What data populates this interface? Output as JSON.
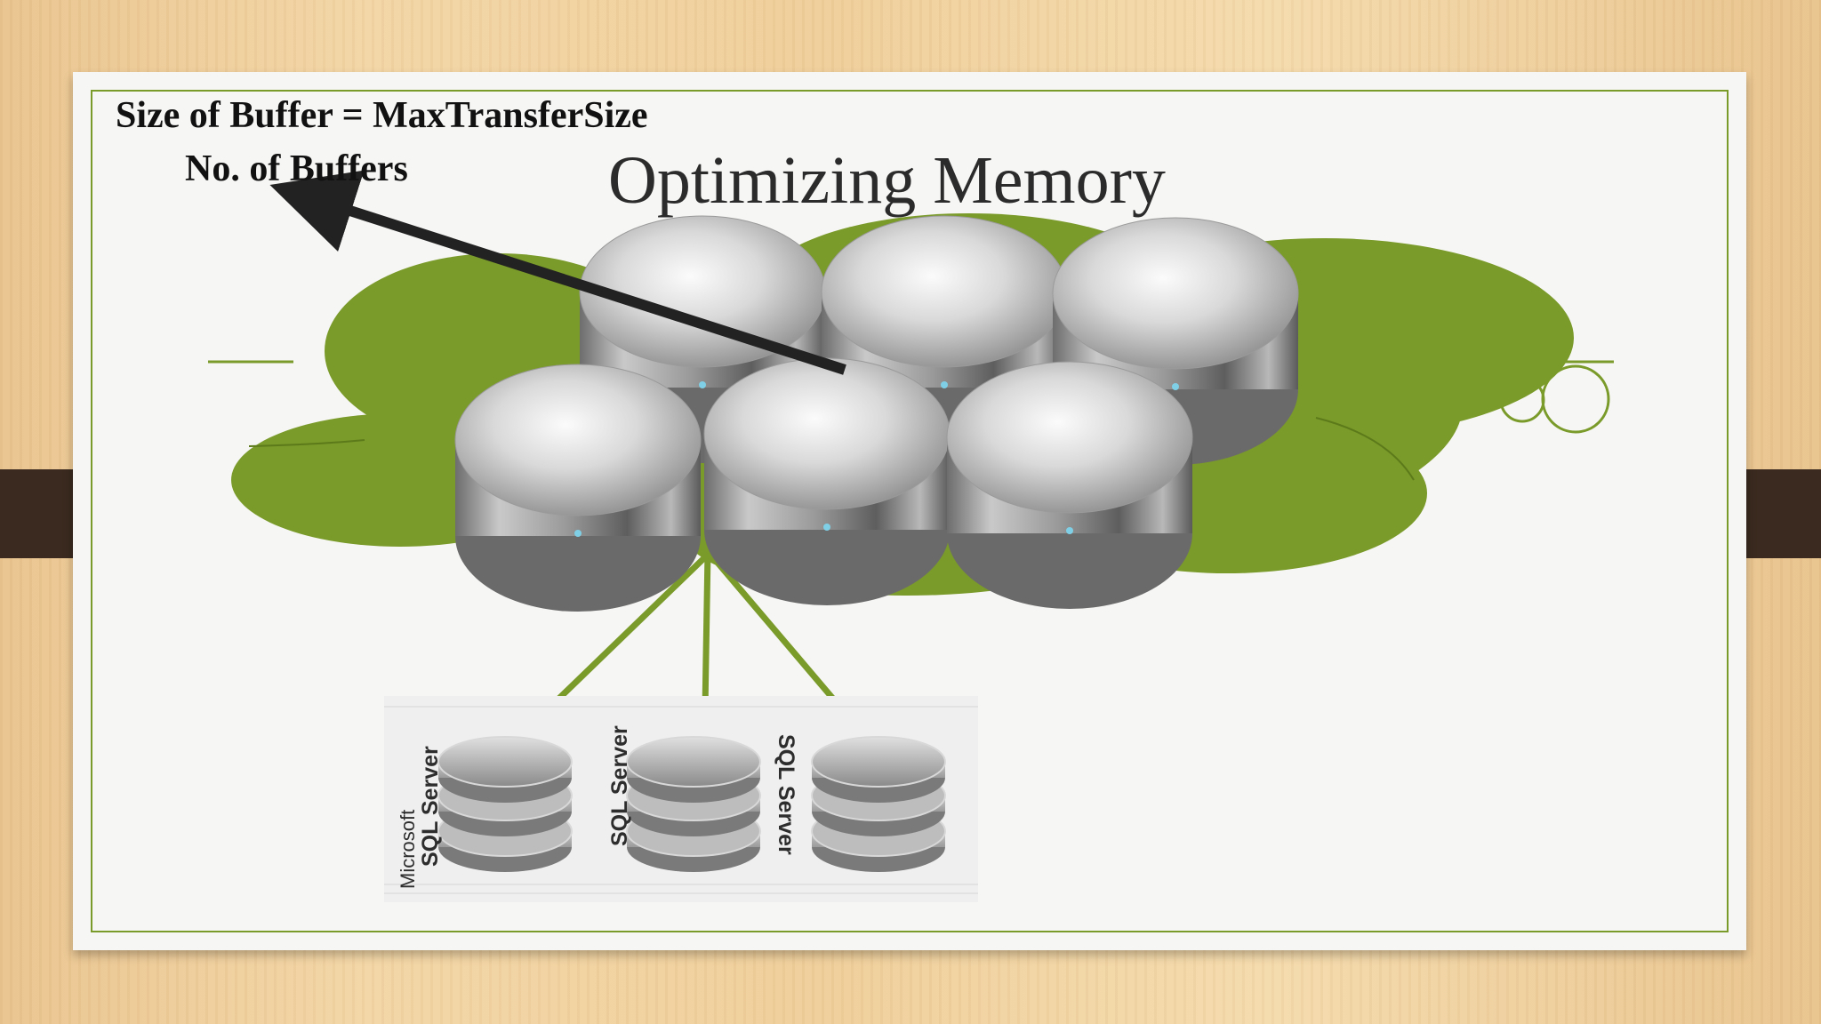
{
  "slide": {
    "title": "Optimizing Memory",
    "formula": {
      "numerator": "Size of Buffer = MaxTransferSize",
      "denominator": "No. of Buffers"
    },
    "server_labels": [
      {
        "line1": "Microsoft",
        "line2": "SQL Server"
      },
      {
        "line2": "SQL Server"
      },
      {
        "line2": "SQL Server"
      }
    ]
  },
  "colors": {
    "cloud": "#7a9a2a",
    "border": "#7a9a2a",
    "arrow": "#222222",
    "tab": "#3a2a1f",
    "background": "#f6f6f4"
  },
  "icons": {
    "buffer": "disk-platter-icon",
    "server": "database-stack-icon"
  }
}
